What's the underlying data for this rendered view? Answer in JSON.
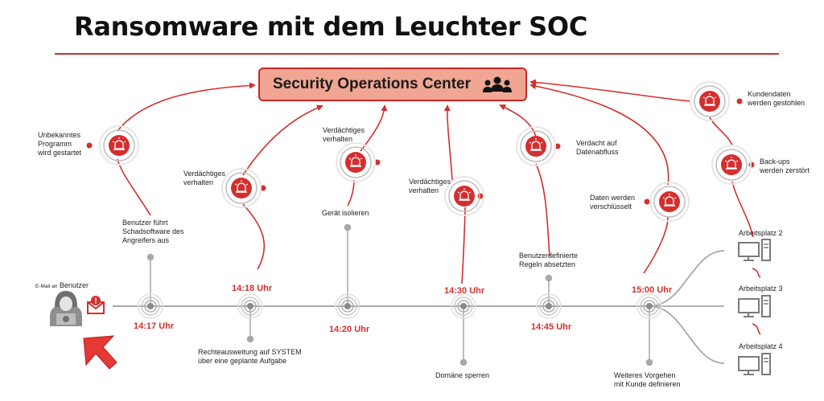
{
  "title": "Ransomware mit dem Leuchter SOC",
  "soc": {
    "label": "Security Operations Center",
    "icon": "team-icon"
  },
  "email": {
    "prefix": "E-Mail an",
    "target": "Benutzer",
    "icon": "email-alert-icon",
    "arrow_icon": "red-arrow-icon",
    "hacker_icon": "hacker-icon"
  },
  "alerts": {
    "unknown_program": "Unbekanntes\nProgramm\nwird gestartet",
    "suspicious_1": "Verdächtiges\nverhalten",
    "suspicious_2": "Verdächtiges\nverhalten",
    "suspicious_3": "Verdächtiges\nverhalten",
    "data_outflow": "Verdacht auf\nDatenabfluss",
    "data_encrypted": "Daten werden\nverschlüsselt",
    "customer_data": "Kundendaten\nwerden gestohlen",
    "backups": "Back-ups\nwerden zerstört"
  },
  "events": {
    "user_runs_malware": "Benutzer führt\nSchadsoftware des\nAngreifers aus",
    "privilege_escalation": "Rechteausweitung auf SYSTEM\nüber eine geplante Aufgabe",
    "isolate_device": "Gerät isolieren",
    "block_domain": "Domäne sperren",
    "custom_rules": "Benutzerdefinierte\nRegeln absetzten",
    "next_steps": "Weiteres Vorgehen\nmit Kunde definieren"
  },
  "times": {
    "t1417": "14:17 Uhr",
    "t1418": "14:18 Uhr",
    "t1420": "14:20 Uhr",
    "t1430": "14:30 Uhr",
    "t1445": "14:45 Uhr",
    "t1500": "15:00 Uhr"
  },
  "workstations": {
    "ws2": "Arbeitsplatz 2",
    "ws3": "Arbeitsplatz 3",
    "ws4": "Arbeitsplatz 4"
  },
  "colors": {
    "accent": "#d32f2f",
    "soc_fill": "#f0a692",
    "line": "#9e9e9e"
  }
}
